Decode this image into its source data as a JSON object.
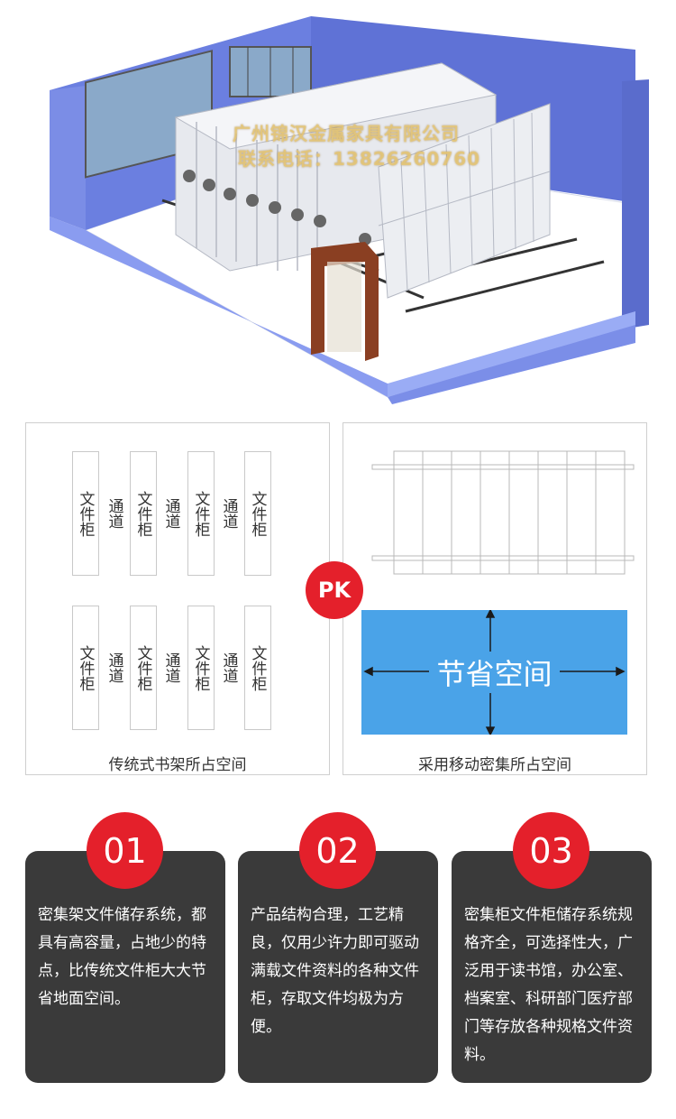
{
  "hero": {
    "watermark_line1": "广州锦汉金属家具有限公司",
    "watermark_line2": "联系电话：13826260760"
  },
  "traditional": {
    "caption": "传统式书架所占空间",
    "cabinet_label": "文件柜",
    "aisle_label": "通道"
  },
  "pk_label": "PK",
  "mobile": {
    "caption": "采用移动密集所占空间",
    "saved_label": "节省空间"
  },
  "features": [
    {
      "number": "01",
      "text": "密集架文件储存系统，都具有高容量，占地少的特点，比传统文件柜大大节省地面空间。"
    },
    {
      "number": "02",
      "text": "产品结构合理，工艺精良，仅用少许力即可驱动满载文件资料的各种文件柜，存取文件均极为方便。"
    },
    {
      "number": "03",
      "text": "密集柜文件柜储存系统规格齐全，可选择性大，广泛用于读书馆，办公室、档案室、科研部门医疗部门等存放各种规格文件资料。"
    }
  ],
  "colors": {
    "accent": "#e4202b",
    "room_wall": "#6b7fe0",
    "save_box": "#4aa3e8",
    "card_bg": "#3a3a3a"
  }
}
